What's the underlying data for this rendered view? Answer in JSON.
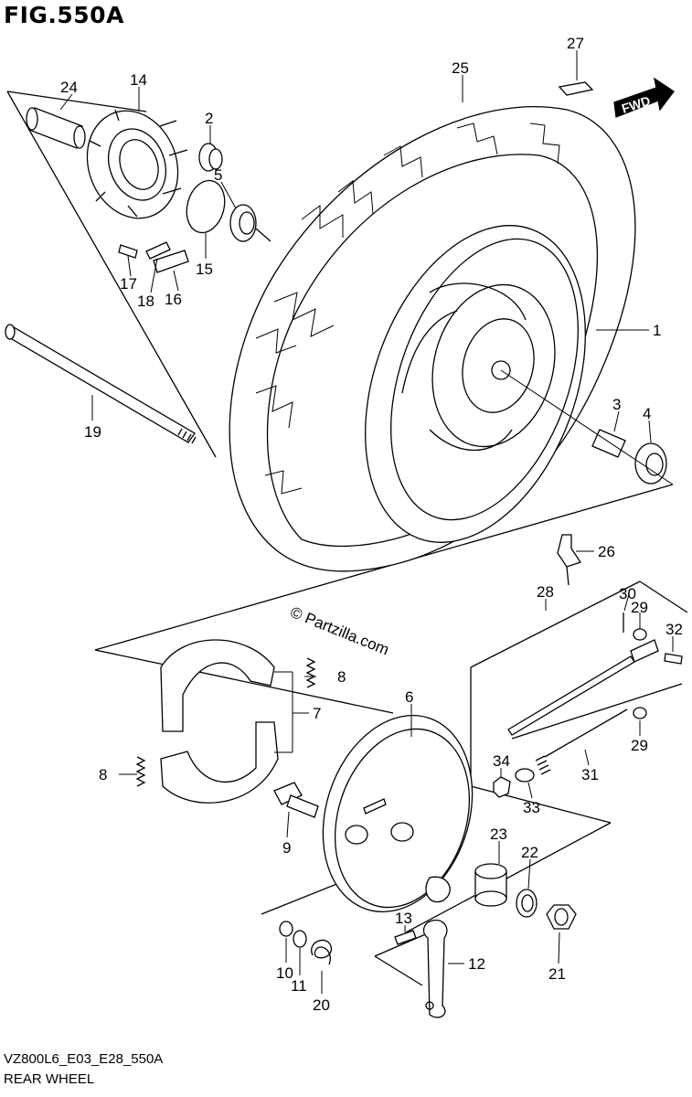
{
  "figure": {
    "title": "FIG.550A",
    "code": "VZ800L6_E03_E28_550A",
    "name": "REAR WHEEL",
    "watermark": "© Partzilla.com",
    "direction_label": "FWD"
  },
  "callouts": [
    {
      "id": "c1",
      "number": "1"
    },
    {
      "id": "c2",
      "number": "2"
    },
    {
      "id": "c3",
      "number": "3"
    },
    {
      "id": "c4",
      "number": "4"
    },
    {
      "id": "c5",
      "number": "5"
    },
    {
      "id": "c6",
      "number": "6"
    },
    {
      "id": "c7",
      "number": "7"
    },
    {
      "id": "c8a",
      "number": "8"
    },
    {
      "id": "c8b",
      "number": "8"
    },
    {
      "id": "c9",
      "number": "9"
    },
    {
      "id": "c10",
      "number": "10"
    },
    {
      "id": "c11",
      "number": "11"
    },
    {
      "id": "c12",
      "number": "12"
    },
    {
      "id": "c13",
      "number": "13"
    },
    {
      "id": "c14",
      "number": "14"
    },
    {
      "id": "c15",
      "number": "15"
    },
    {
      "id": "c16",
      "number": "16"
    },
    {
      "id": "c17",
      "number": "17"
    },
    {
      "id": "c18",
      "number": "18"
    },
    {
      "id": "c19",
      "number": "19"
    },
    {
      "id": "c20",
      "number": "20"
    },
    {
      "id": "c21",
      "number": "21"
    },
    {
      "id": "c22",
      "number": "22"
    },
    {
      "id": "c23",
      "number": "23"
    },
    {
      "id": "c24",
      "number": "24"
    },
    {
      "id": "c25",
      "number": "25"
    },
    {
      "id": "c26",
      "number": "26"
    },
    {
      "id": "c27",
      "number": "27"
    },
    {
      "id": "c28",
      "number": "28"
    },
    {
      "id": "c29a",
      "number": "29"
    },
    {
      "id": "c29b",
      "number": "29"
    },
    {
      "id": "c30",
      "number": "30"
    },
    {
      "id": "c31",
      "number": "31"
    },
    {
      "id": "c32",
      "number": "32"
    },
    {
      "id": "c33",
      "number": "33"
    },
    {
      "id": "c34",
      "number": "34"
    }
  ]
}
